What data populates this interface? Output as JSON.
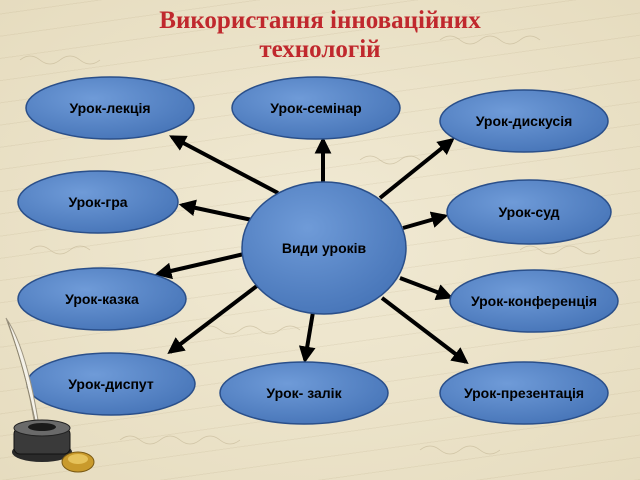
{
  "title": {
    "line1": "Використання інноваційних",
    "line2": "технологій"
  },
  "center": {
    "label": "Види уроків"
  },
  "nodes": [
    {
      "id": "lecture",
      "label": "Урок-лекція"
    },
    {
      "id": "seminar",
      "label": "Урок-семінар"
    },
    {
      "id": "discussion",
      "label": "Урок-дискусія"
    },
    {
      "id": "game",
      "label": "Урок-гра"
    },
    {
      "id": "court",
      "label": "Урок-суд"
    },
    {
      "id": "fairytale",
      "label": "Урок-казка"
    },
    {
      "id": "conference",
      "label": "Урок-конференція"
    },
    {
      "id": "debate",
      "label": "Урок-диспут"
    },
    {
      "id": "test",
      "label": "Урок- залік"
    },
    {
      "id": "presentation",
      "label": "Урок-презентація"
    }
  ],
  "colors": {
    "node_fill": "#4f7fc4",
    "node_stroke": "#2a4f8a",
    "arrow": "#000000",
    "title": "#c0282d"
  },
  "decor": {
    "quill_icon": "quill-inkwell-icon"
  }
}
